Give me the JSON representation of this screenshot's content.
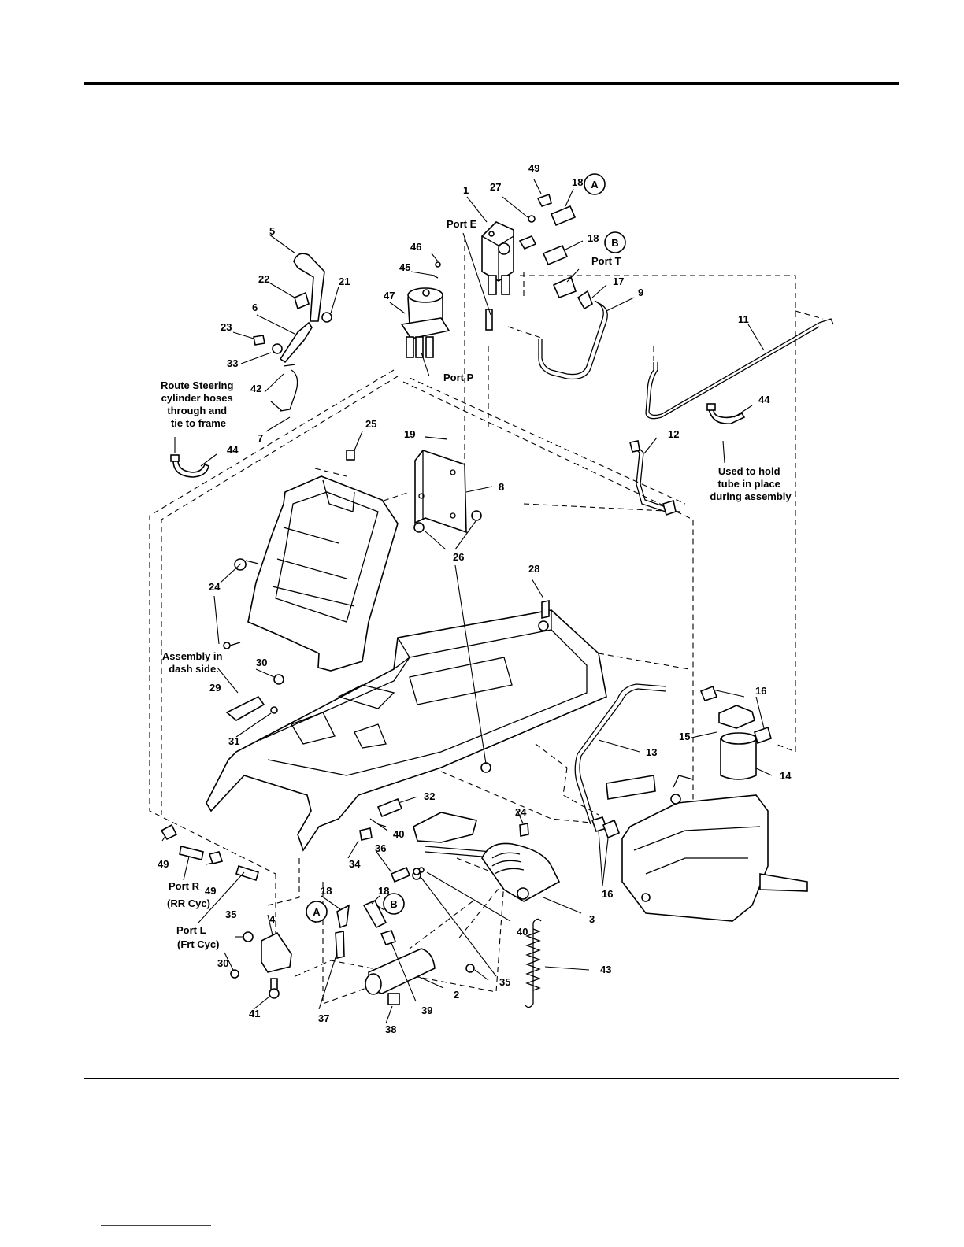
{
  "callouts": [
    {
      "id": "c49a",
      "text": "49"
    },
    {
      "id": "c1",
      "text": "1"
    },
    {
      "id": "c27",
      "text": "27"
    },
    {
      "id": "c18a",
      "text": "18"
    },
    {
      "id": "cA1",
      "text": "A"
    },
    {
      "id": "cPortE",
      "text": "Port E"
    },
    {
      "id": "c18b",
      "text": "18"
    },
    {
      "id": "cB1",
      "text": "B"
    },
    {
      "id": "c5",
      "text": "5"
    },
    {
      "id": "c46",
      "text": "46"
    },
    {
      "id": "c45",
      "text": "45"
    },
    {
      "id": "cPortT",
      "text": "Port T"
    },
    {
      "id": "c17",
      "text": "17"
    },
    {
      "id": "c22",
      "text": "22"
    },
    {
      "id": "c21",
      "text": "21"
    },
    {
      "id": "c47",
      "text": "47"
    },
    {
      "id": "c9",
      "text": "9"
    },
    {
      "id": "c6",
      "text": "6"
    },
    {
      "id": "c11",
      "text": "11"
    },
    {
      "id": "c23",
      "text": "23"
    },
    {
      "id": "c33",
      "text": "33"
    },
    {
      "id": "cPortP",
      "text": "Port P"
    },
    {
      "id": "c42",
      "text": "42"
    },
    {
      "id": "c44a",
      "text": "44"
    },
    {
      "id": "c7",
      "text": "7"
    },
    {
      "id": "c25",
      "text": "25"
    },
    {
      "id": "c19",
      "text": "19"
    },
    {
      "id": "c12",
      "text": "12"
    },
    {
      "id": "c44b",
      "text": "44"
    },
    {
      "id": "c8",
      "text": "8"
    },
    {
      "id": "c26",
      "text": "26"
    },
    {
      "id": "c24a",
      "text": "24"
    },
    {
      "id": "c28",
      "text": "28"
    },
    {
      "id": "c30a",
      "text": "30"
    },
    {
      "id": "c29",
      "text": "29"
    },
    {
      "id": "c31",
      "text": "31"
    },
    {
      "id": "c16a",
      "text": "16"
    },
    {
      "id": "c15",
      "text": "15"
    },
    {
      "id": "c13",
      "text": "13"
    },
    {
      "id": "c14",
      "text": "14"
    },
    {
      "id": "c32",
      "text": "32"
    },
    {
      "id": "c24b",
      "text": "24"
    },
    {
      "id": "c40a",
      "text": "40"
    },
    {
      "id": "c49b",
      "text": "49"
    },
    {
      "id": "c34",
      "text": "34"
    },
    {
      "id": "c36",
      "text": "36"
    },
    {
      "id": "c49c",
      "text": "49"
    },
    {
      "id": "c16b",
      "text": "16"
    },
    {
      "id": "cPortR",
      "text": "Port R"
    },
    {
      "id": "cRRCyc",
      "text": "(RR Cyc)"
    },
    {
      "id": "c18c",
      "text": "18"
    },
    {
      "id": "c18d",
      "text": "18"
    },
    {
      "id": "c3",
      "text": "3"
    },
    {
      "id": "cA2",
      "text": "A"
    },
    {
      "id": "cB2",
      "text": "B"
    },
    {
      "id": "c35a",
      "text": "35"
    },
    {
      "id": "c4",
      "text": "4"
    },
    {
      "id": "cPortL",
      "text": "Port L"
    },
    {
      "id": "cFrtCyc",
      "text": "(Frt Cyc)"
    },
    {
      "id": "c40b",
      "text": "40"
    },
    {
      "id": "c30b",
      "text": "30"
    },
    {
      "id": "c35b",
      "text": "35"
    },
    {
      "id": "c43",
      "text": "43"
    },
    {
      "id": "c2",
      "text": "2"
    },
    {
      "id": "c41",
      "text": "41"
    },
    {
      "id": "c37",
      "text": "37"
    },
    {
      "id": "c39",
      "text": "39"
    },
    {
      "id": "c38",
      "text": "38"
    }
  ],
  "notes": {
    "route": [
      "Route Steering",
      "cylinder hoses",
      "through and",
      "tie to frame"
    ],
    "used": [
      "Used to hold",
      "tube in place",
      "during assembly"
    ],
    "assembly": [
      "Assembly in",
      "dash side."
    ]
  }
}
